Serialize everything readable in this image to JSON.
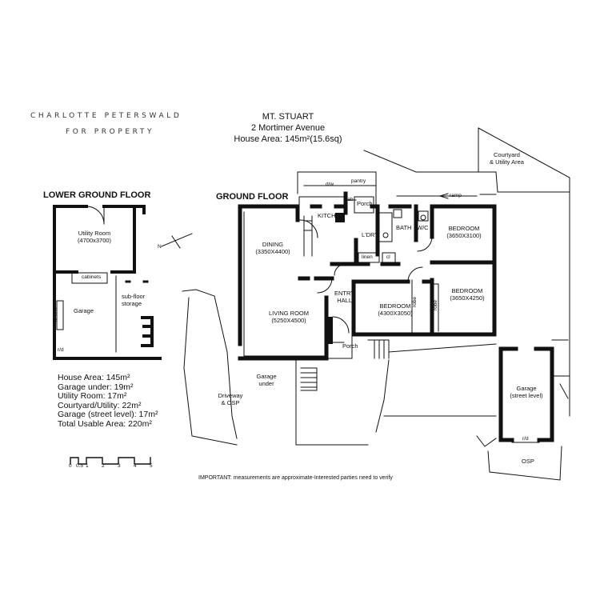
{
  "brand": {
    "line1": "CHARLOTTE PETERSWALD",
    "line2": "FOR PROPERTY"
  },
  "header": {
    "name": "MT. STUART",
    "address": "2 Mortimer Avenue",
    "house_area": "House Area: 145m²(15.6sq)"
  },
  "floors": {
    "lower": "LOWER GROUND FLOOR",
    "ground": "GROUND FLOOR"
  },
  "lower_rooms": {
    "utility_name": "Utility Room",
    "utility_dim": "(4700x3700)",
    "cabinets": "cabinets",
    "garage": "Garage",
    "subfloor1": "sub-floor",
    "subfloor2": "storage",
    "bench": "bench",
    "rd": "r/d"
  },
  "ground_rooms": {
    "dw": "d/w",
    "pantry": "pantry",
    "cab": "cab",
    "porch_top": "Porch",
    "kitchen": "KITCHEN",
    "dining_name": "DINING",
    "dining_dim": "(3350X4400)",
    "living_name": "LIVING ROOM",
    "living_dim": "(5250X4500)",
    "ldry": "L'DRY",
    "bath": "BATH",
    "wc": "W/C",
    "bed1_name": "BEDROOM",
    "bed1_dim": "(3650X3100)",
    "bed2_name": "BEDROOM",
    "bed2_dim": "(3650X4250)",
    "bed3_name": "BEDROOM",
    "bed3_dim": "(4300X3050)",
    "linen": "linen",
    "cl": "cl",
    "entry1": "ENTRY",
    "entry2": "HALL",
    "robe1": "robe",
    "robe2": "robe",
    "porch_bottom": "Porch",
    "ramp": "ramp",
    "courtyard1": "Courtyard",
    "courtyard2": "& Utility Area",
    "garage_under1": "Garage",
    "garage_under2": "under",
    "driveway1": "Driveway",
    "driveway2": "& OSP",
    "street_garage1": "Garage",
    "street_garage2": "(street level)",
    "street_rd": "r/d",
    "osp": "OSP"
  },
  "areas": [
    "House Area: 145m²",
    "Garage under: 19m²",
    "Utility Room: 17m²",
    "Courtyard/Utility: 22m²",
    "Garage (street level): 17m²",
    "Total Usable Area: 220m²"
  ],
  "scale": {
    "labels": [
      "0",
      "0.5",
      "1",
      "2",
      "3",
      "4",
      "5"
    ]
  },
  "north": {
    "label": "N"
  },
  "disclaimer": "IMPORTANT: measurements are approximate-Interested parties need to verify"
}
